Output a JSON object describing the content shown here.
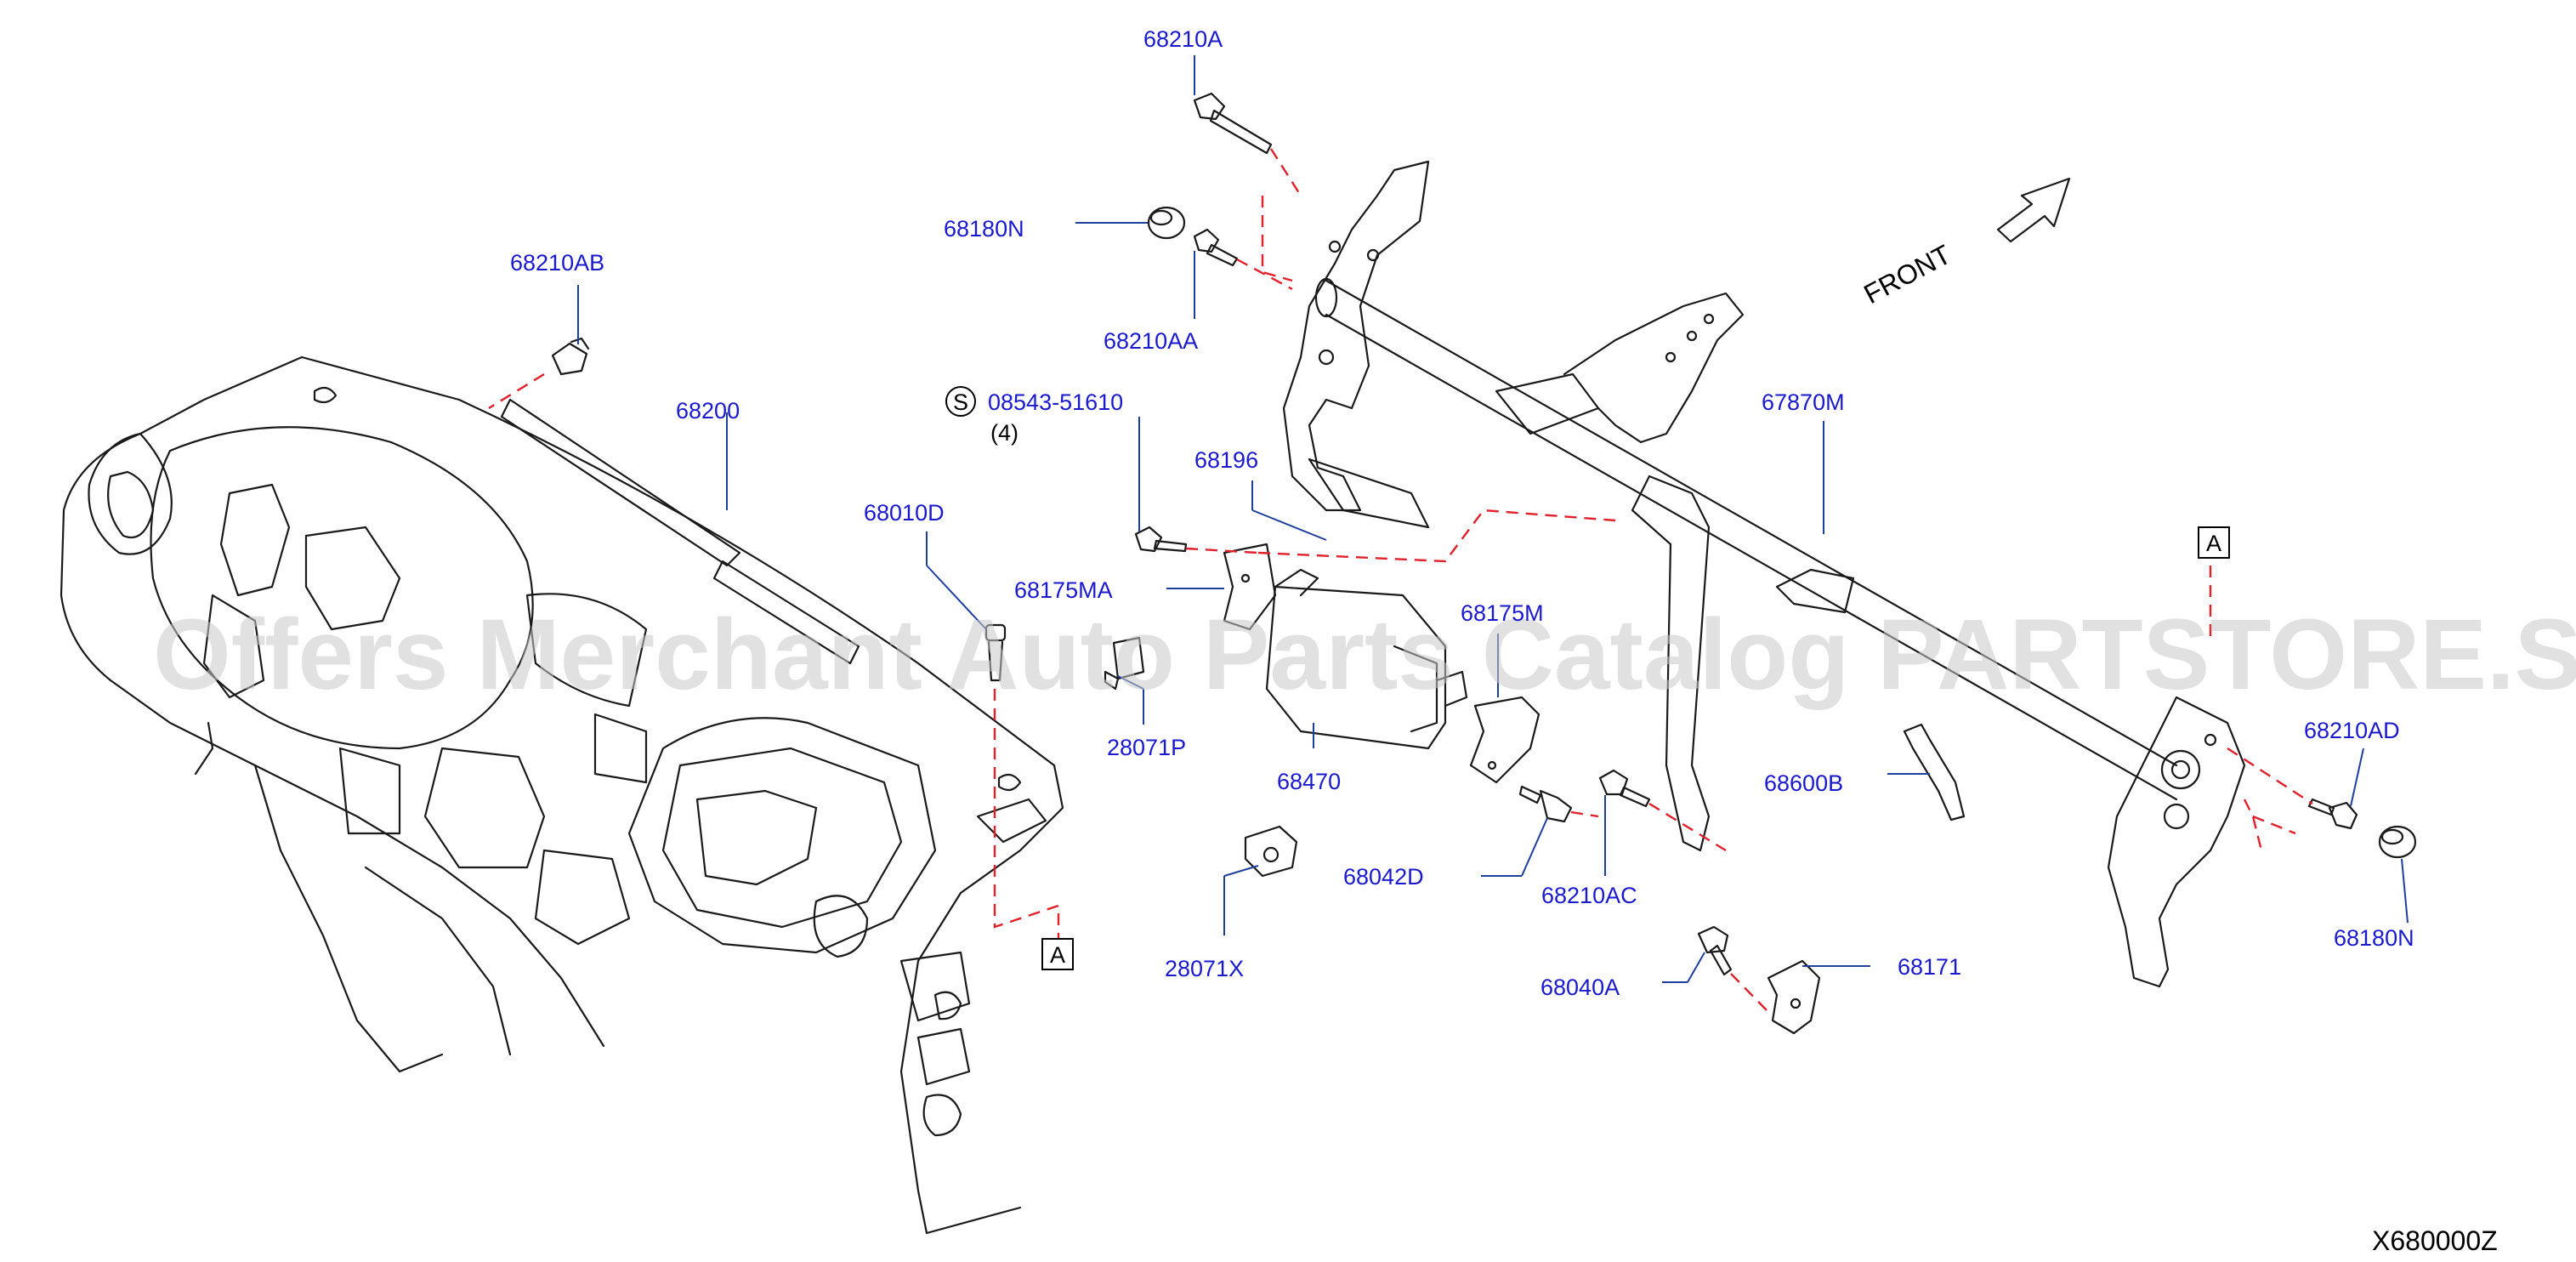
{
  "watermark": "Offers Merchant Auto Parts Catalog PARTSTORE.SA",
  "diagram_code": "X680000Z",
  "front_label": "FRONT",
  "service_symbol": "S",
  "reference_marks": {
    "a1": "A",
    "a2": "A"
  },
  "parts": {
    "p68210A": "68210A",
    "p68180N_top": "68180N",
    "p68210AA": "68210AA",
    "p68210AB": "68210AB",
    "p68200": "68200",
    "p08543": "08543-51610",
    "p08543_qty": "(4)",
    "p68196": "68196",
    "p67870M": "67870M",
    "p68010D": "68010D",
    "p68175MA": "68175MA",
    "p68175M": "68175M",
    "p28071P": "28071P",
    "p68470": "68470",
    "p68600B": "68600B",
    "p68210AD": "68210AD",
    "p68042D": "68042D",
    "p68210AC": "68210AC",
    "p68180N_bottom": "68180N",
    "p28071X": "28071X",
    "p68040A": "68040A",
    "p68171": "68171"
  }
}
